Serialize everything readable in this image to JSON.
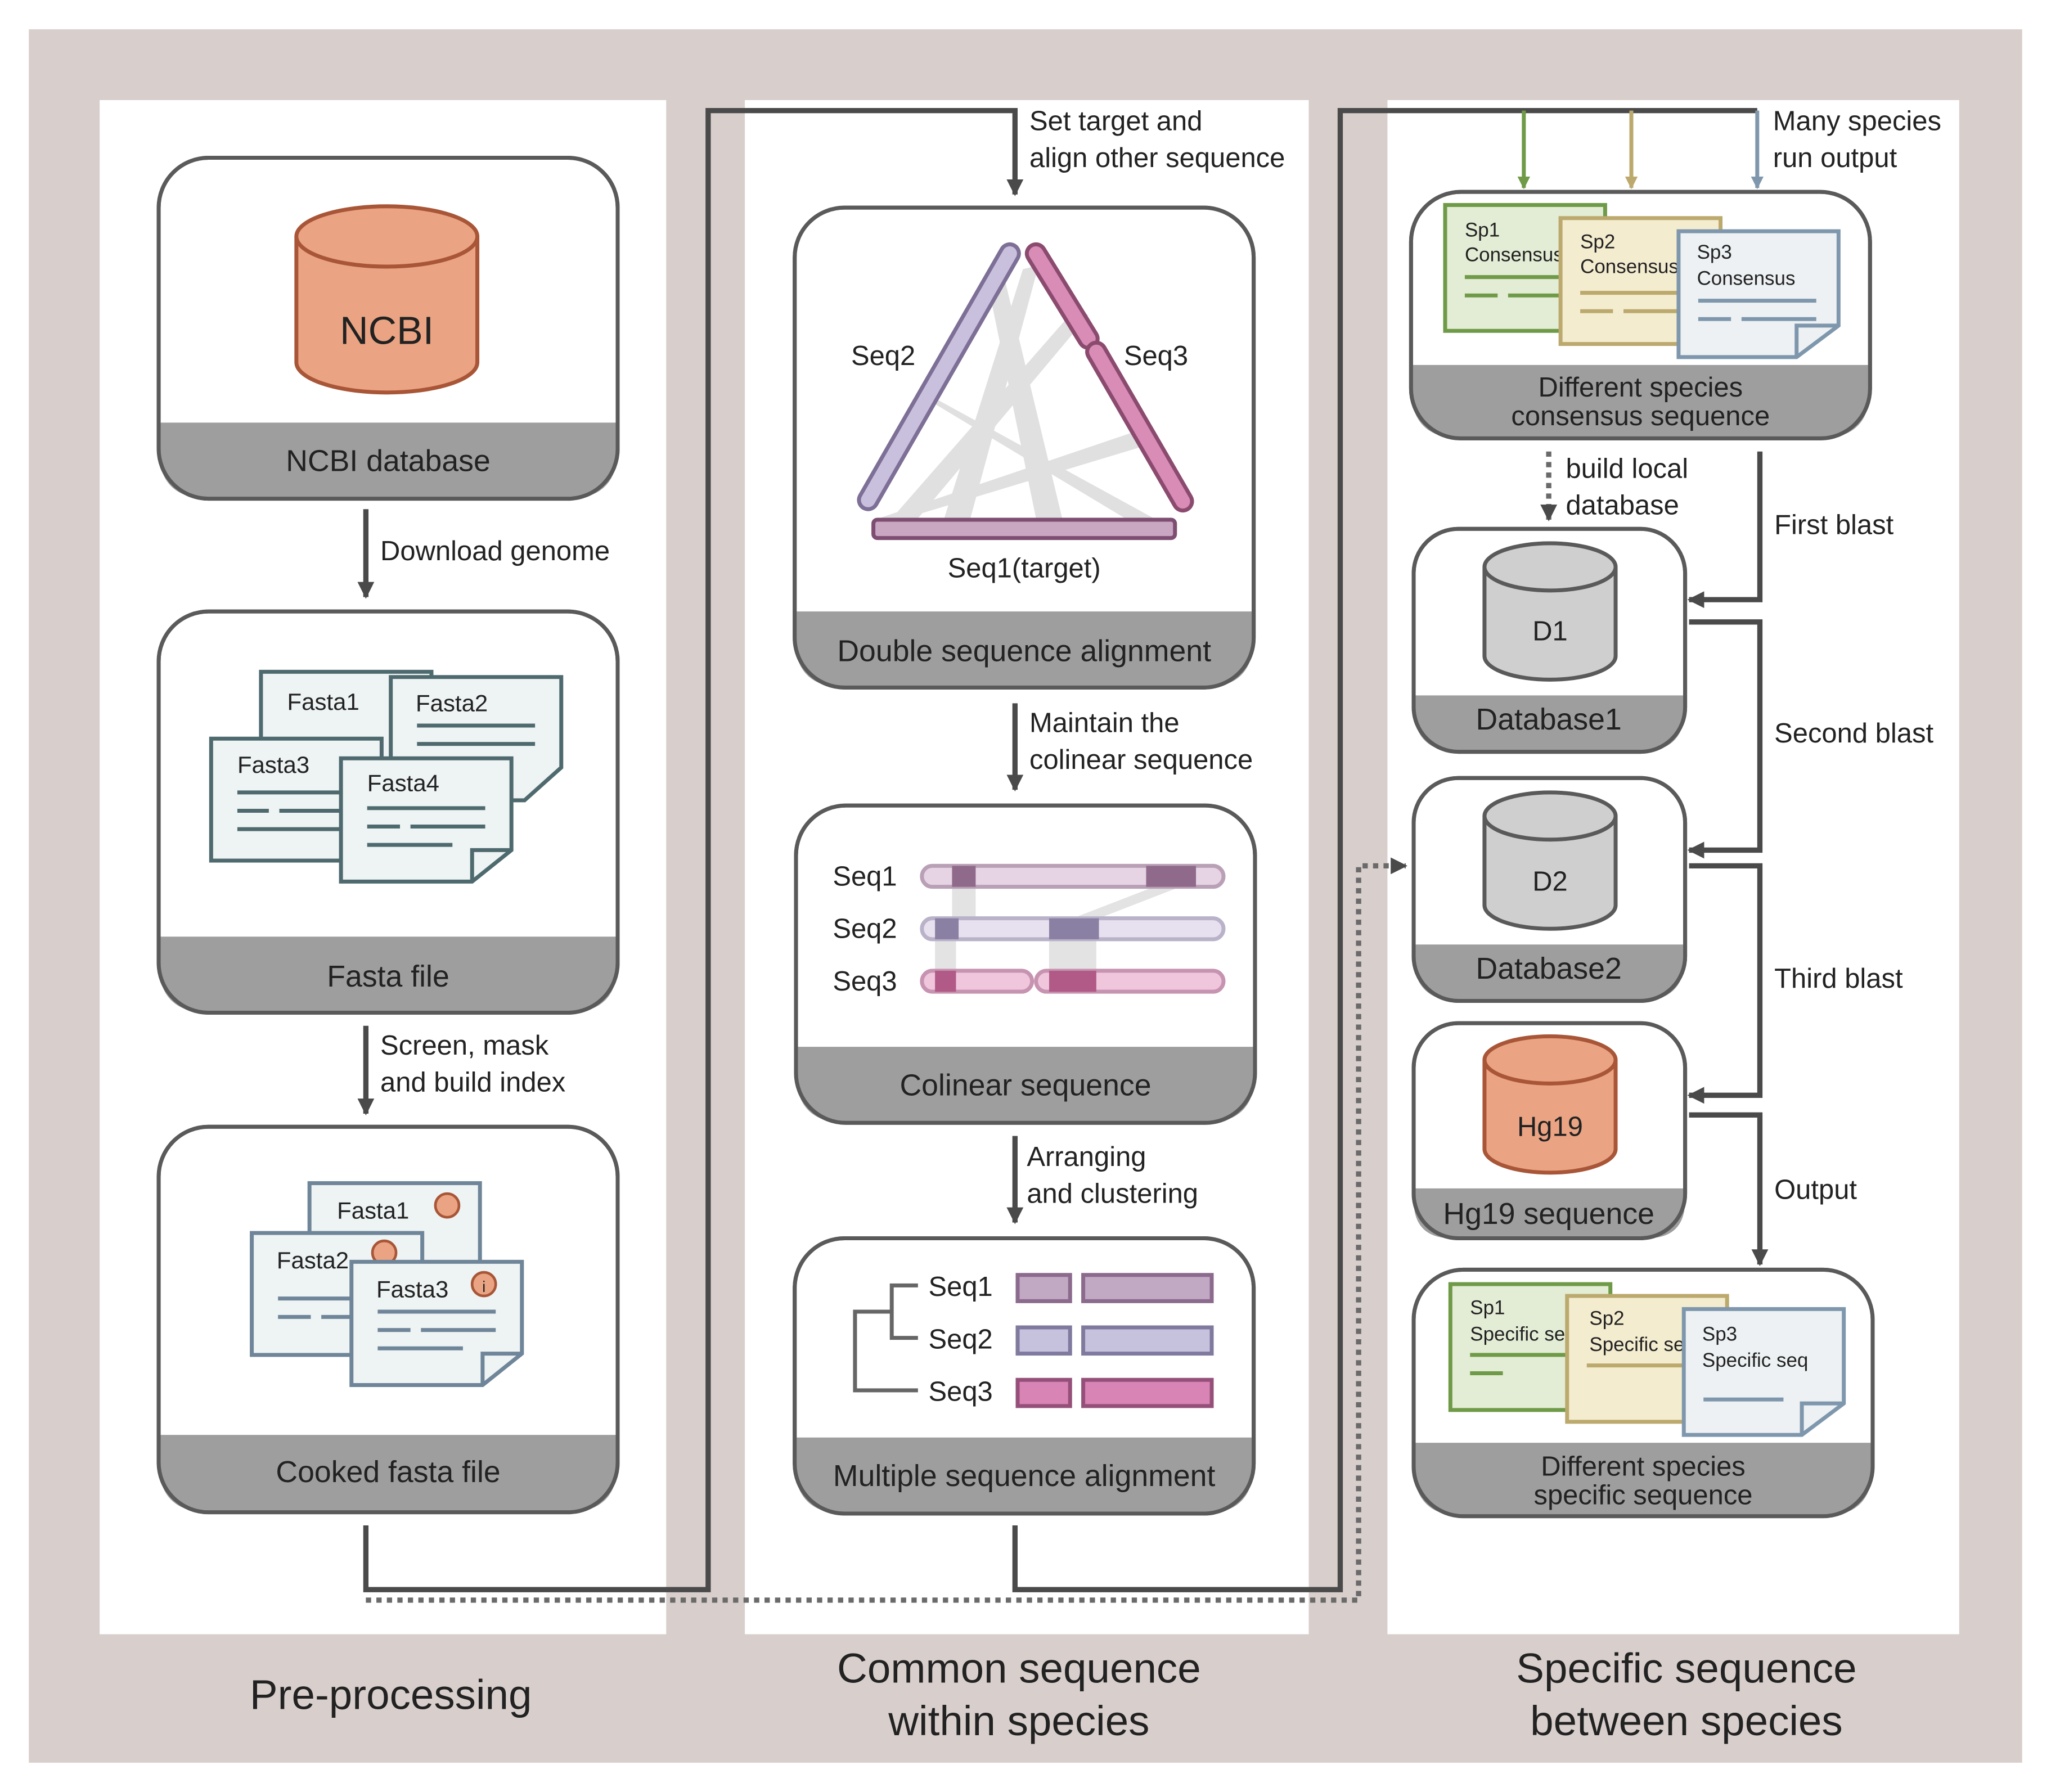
{
  "colors": {
    "frame": "#d8cfcc",
    "panel": "#ffffff",
    "box_border": "#5a5a5a",
    "label_bar": "#9e9e9e",
    "arrow": "#4a4a4a",
    "ncbi_fill": "#eaa483",
    "ncbi_stroke": "#a85637",
    "doc_border": "#4e6a6e",
    "doc_fill": "#eef3f3",
    "cooked_border": "#6f8599",
    "sp1": "#6f9a48",
    "sp1_fill": "#e3ecd4",
    "sp2": "#bca96e",
    "sp2_fill": "#f3eccf",
    "sp3": "#7f97ad",
    "sp3_fill": "#edf1f3",
    "seq_purple": "#aaa1c4",
    "seq_pink": "#c36c9b",
    "db_fill": "#cfcfcf"
  },
  "columns": {
    "pre": {
      "title": "Pre-processing"
    },
    "common": {
      "title_line1": "Common sequence",
      "title_line2": "within species"
    },
    "specific": {
      "title_line1": "Specific sequence",
      "title_line2": "between species"
    }
  },
  "pre": {
    "ncbi_icon": "NCBI",
    "ncbi_label": "NCBI database",
    "step1": "Download genome",
    "fasta_docs": [
      "Fasta1",
      "Fasta2",
      "Fasta3",
      "Fasta4"
    ],
    "fasta_label": "Fasta file",
    "step2_line1": "Screen, mask",
    "step2_line2": "and build index",
    "cooked_docs": [
      "Fasta1",
      "Fasta2",
      "Fasta3"
    ],
    "cooked_label": "Cooked fasta file"
  },
  "common": {
    "step0_line1": "Set target and",
    "step0_line2": "align other sequence",
    "seq2": "Seq2",
    "seq3": "Seq3",
    "seq1_target": "Seq1(target)",
    "double_label": "Double sequence alignment",
    "step1_line1": "Maintain the",
    "step1_line2": "colinear sequence",
    "colinear_rows": [
      "Seq1",
      "Seq2",
      "Seq3"
    ],
    "colinear_label": "Colinear sequence",
    "step2_line1": "Arranging",
    "step2_line2": "and clustering",
    "msa_rows": [
      "Seq1",
      "Seq2",
      "Seq3"
    ],
    "msa_label": "Multiple sequence alignment"
  },
  "specific": {
    "step0_line1": "Many species",
    "step0_line2": "run output",
    "consensus_docs": [
      {
        "line1": "Sp1",
        "line2": "Consensus"
      },
      {
        "line1": "Sp2",
        "line2": "Consensus"
      },
      {
        "line1": "Sp3",
        "line2": "Consensus"
      }
    ],
    "consensus_label_line1": "Different species",
    "consensus_label_line2": "consensus sequence",
    "build_line1": "build local",
    "build_line2": "database",
    "first_blast": "First blast",
    "d1_icon": "D1",
    "d1_label": "Database1",
    "second_blast": "Second blast",
    "d2_icon": "D2",
    "d2_label": "Database2",
    "third_blast": "Third blast",
    "hg19_icon": "Hg19",
    "hg19_label": "Hg19 sequence",
    "output": "Output",
    "specific_docs": [
      {
        "line1": "Sp1",
        "line2": "Specific seq"
      },
      {
        "line1": "Sp2",
        "line2": "Specific seq"
      },
      {
        "line1": "Sp3",
        "line2": "Specific seq"
      }
    ],
    "specific_label_line1": "Different species",
    "specific_label_line2": "specific sequence"
  }
}
